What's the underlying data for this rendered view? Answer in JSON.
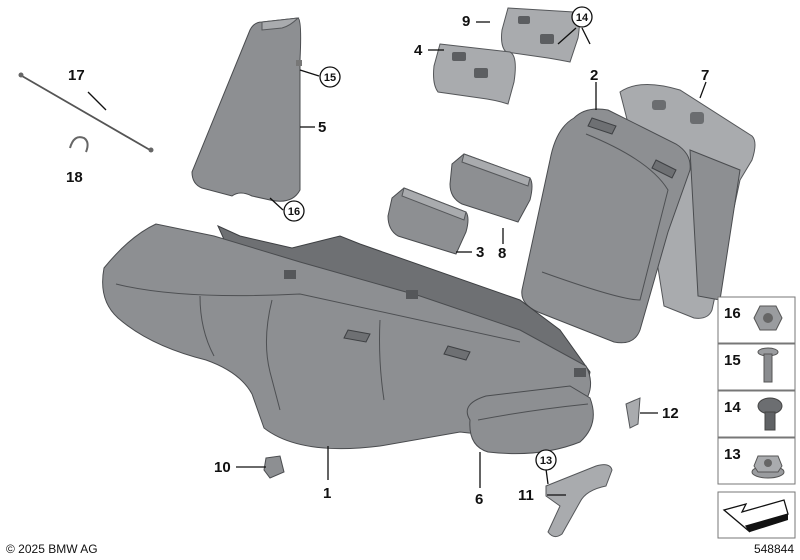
{
  "diagram": {
    "labels": [
      {
        "id": "1",
        "text": "1"
      },
      {
        "id": "2",
        "text": "2"
      },
      {
        "id": "3",
        "text": "3"
      },
      {
        "id": "4",
        "text": "4"
      },
      {
        "id": "5",
        "text": "5"
      },
      {
        "id": "6",
        "text": "6"
      },
      {
        "id": "7",
        "text": "7"
      },
      {
        "id": "8",
        "text": "8"
      },
      {
        "id": "9",
        "text": "9"
      },
      {
        "id": "10",
        "text": "10"
      },
      {
        "id": "11",
        "text": "11"
      },
      {
        "id": "12",
        "text": "12"
      },
      {
        "id": "17",
        "text": "17"
      },
      {
        "id": "18",
        "text": "18"
      }
    ],
    "circled_labels": [
      {
        "id": "c14",
        "text": "14"
      },
      {
        "id": "c15",
        "text": "15"
      },
      {
        "id": "c16",
        "text": "16"
      },
      {
        "id": "c13",
        "text": "13"
      }
    ],
    "legend": [
      {
        "text": "16",
        "icon": "collar-nut-icon"
      },
      {
        "text": "15",
        "icon": "screw-icon"
      },
      {
        "text": "14",
        "icon": "expanding-rivet-icon"
      },
      {
        "text": "13",
        "icon": "flange-nut-icon"
      }
    ],
    "direction_icon": "direction-arrow-icon",
    "copyright": "© 2025 BMW AG",
    "diagram_number": "548844"
  }
}
